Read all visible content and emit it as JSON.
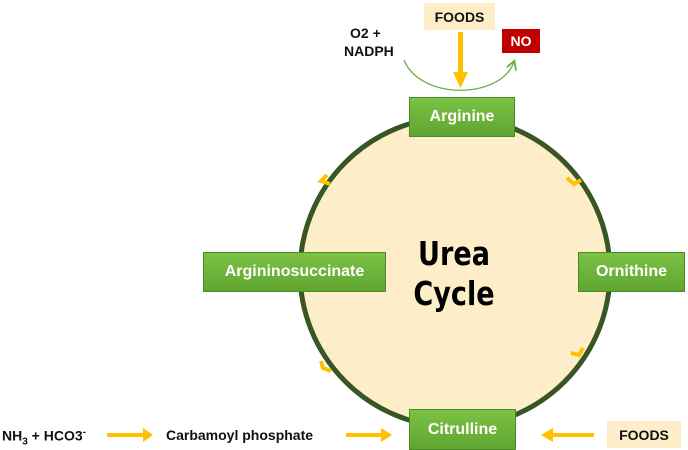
{
  "center": {
    "line1": "Urea",
    "line2": "Cycle"
  },
  "nodes": {
    "arginine": "Arginine",
    "ornithine": "Ornithine",
    "citrulline": "Citrulline",
    "argininosuccinate": "Argininosuccinate"
  },
  "inputs": {
    "foods_top": "FOODS",
    "foods_bottom": "FOODS",
    "o2_line1": "O2 +",
    "o2_line2": "NADPH",
    "no": "NO",
    "nh3": "NH",
    "nh3_sub": "3",
    "nh3_rest": " + HCO3",
    "nh3_sup": "-",
    "carbamoyl": "Carbamoyl phosphate"
  },
  "colors": {
    "circle_fill": "#fdedc9",
    "circle_stroke": "#375623",
    "node_green": "#6fb33a",
    "arrow_gold": "#ffc000",
    "no_red": "#c00000",
    "thin_arrow": "#70ad47"
  }
}
